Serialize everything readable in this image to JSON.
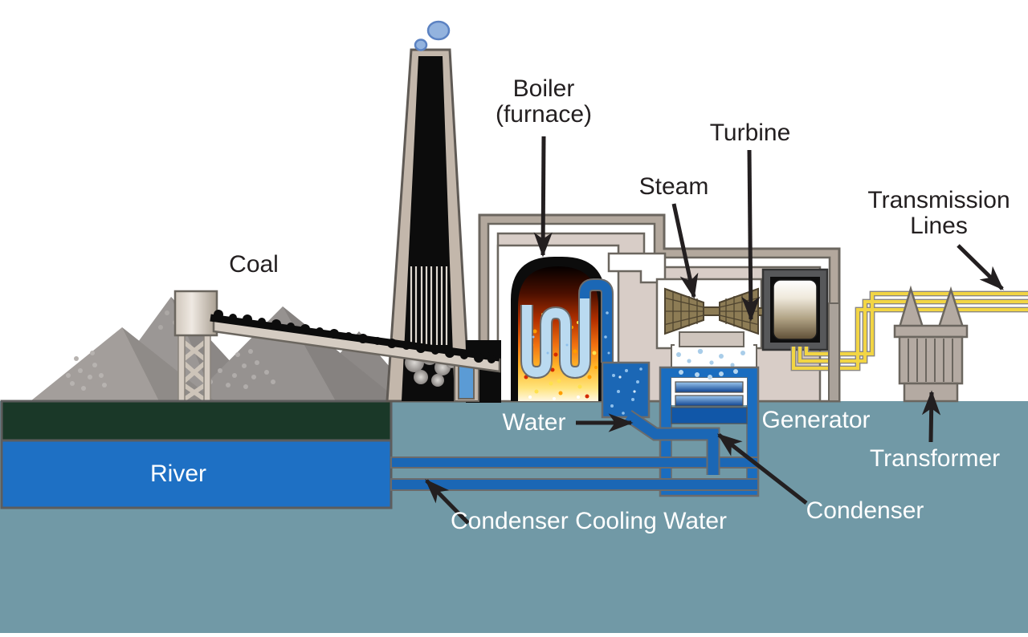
{
  "labels": {
    "coal": "Coal",
    "boiler": "Boiler\n(furnace)",
    "steam": "Steam",
    "turbine": "Turbine",
    "transmission_lines": "Transmission\nLines",
    "water": "Water",
    "generator": "Generator",
    "river": "River",
    "transformer": "Transformer",
    "condenser": "Condenser",
    "condenser_cooling_water": "Condenser Cooling Water"
  },
  "colors": {
    "background": "#ffffff",
    "ground": "#7199a6",
    "river": "#1e70c4",
    "river_bank": "#1a3828",
    "building_outer": "#b3a89d",
    "building_inner": "#d8cdc7",
    "chimney": "#c3b7ab",
    "coal_black": "#0c0c0c",
    "pile_gray": "#969290",
    "water_pipe_blue": "#1b67b5",
    "condenser_blue": "#1a6dc0",
    "boiler_tube_blue": "#badaf0",
    "fire_orange": "#f07010",
    "turbine_khaki": "#8d7c55",
    "wire_yellow": "#f2d544",
    "smoke_blue": "#93b3de",
    "label_dark": "#231f20",
    "label_light": "#ffffff"
  }
}
